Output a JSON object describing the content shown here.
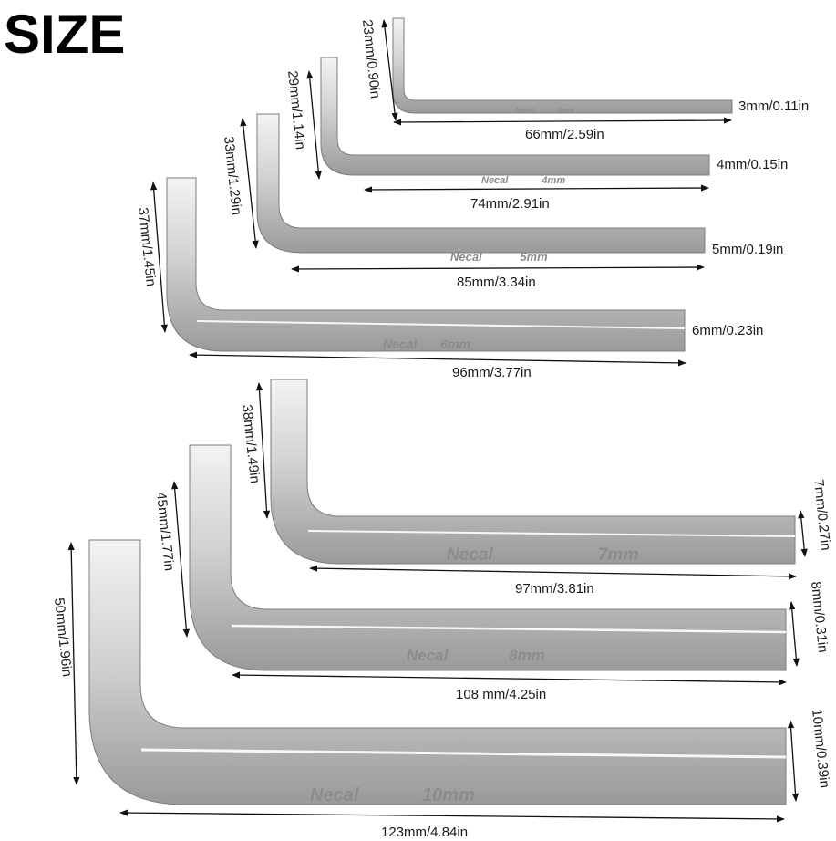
{
  "title": "SIZE",
  "colors": {
    "metal_light": "#e6e6e6",
    "metal_mid": "#c4c4c4",
    "metal_dark": "#8e8e8e",
    "text": "#1a1a1a"
  },
  "keys": [
    {
      "id": "3mm",
      "width_label": "3mm/0.11in",
      "short_label": "23mm/0.90in",
      "long_label": "66mm/2.59in",
      "brand": "Necal",
      "size_mark": "3mm"
    },
    {
      "id": "4mm",
      "width_label": "4mm/0.15in",
      "short_label": "29mm/1.14in",
      "long_label": "74mm/2.91in",
      "brand": "Necal",
      "size_mark": "4mm"
    },
    {
      "id": "5mm",
      "width_label": "5mm/0.19in",
      "short_label": "33mm/1.29in",
      "long_label": "85mm/3.34in",
      "brand": "Necal",
      "size_mark": "5mm"
    },
    {
      "id": "6mm",
      "width_label": "6mm/0.23in",
      "short_label": "37mm/1.45in",
      "long_label": "96mm/3.77in",
      "brand": "Necal",
      "size_mark": "6mm"
    },
    {
      "id": "7mm",
      "width_label": "7mm/0.27in",
      "short_label": "38mm/1.49in",
      "long_label": "97mm/3.81in",
      "brand": "Necal",
      "size_mark": "7mm"
    },
    {
      "id": "8mm",
      "width_label": "8mm/0.31in",
      "short_label": "45mm/1.77in",
      "long_label": "108 mm/4.25in",
      "brand": "Necal",
      "size_mark": "8mm"
    },
    {
      "id": "10mm",
      "width_label": "10mm/0.39in",
      "short_label": "50mm/1.96in",
      "long_label": "123mm/4.84in",
      "brand": "Necal",
      "size_mark": "10mm"
    }
  ]
}
